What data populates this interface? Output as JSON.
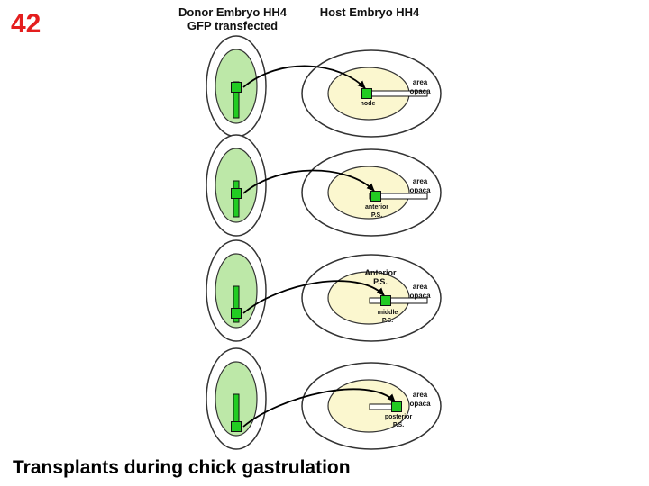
{
  "slide_number": "42",
  "header": {
    "donor_line1": "Donor Embryo HH4",
    "donor_line2": "GFP transfected",
    "host_line1": "Host Embryo HH4"
  },
  "caption": "Transplants during chick gastrulation",
  "colors": {
    "slide_number": "#e41e1e",
    "donor_fill": "#bde8a8",
    "host_inner_fill": "#fbf7cf",
    "graft_green": "#22cc22"
  },
  "panels": [
    {
      "site_label": [
        "node"
      ],
      "area_label": [
        "area",
        "opaca"
      ],
      "top_label": []
    },
    {
      "site_label": [
        "anterior",
        "P.S."
      ],
      "area_label": [
        "area",
        "opaca"
      ],
      "top_label": []
    },
    {
      "site_label": [
        "middle",
        "P.S."
      ],
      "area_label": [
        "area",
        "opaca"
      ],
      "top_label": [
        "Anterior",
        "P.S."
      ]
    },
    {
      "site_label": [
        "posterior",
        "P.S."
      ],
      "area_label": [
        "area",
        "opaca"
      ],
      "top_label": []
    }
  ]
}
